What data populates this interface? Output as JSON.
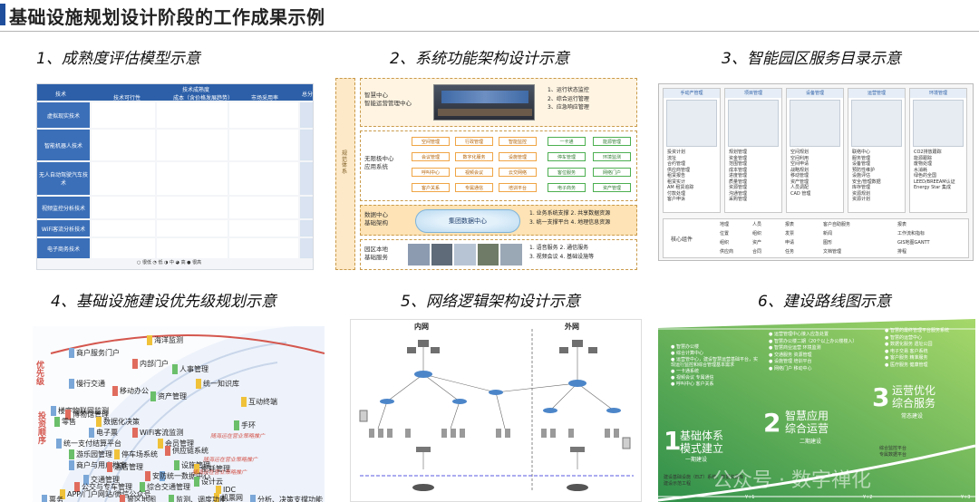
{
  "page": {
    "title": "基础设施规划设计阶段的工作成果示例"
  },
  "captions": [
    "1、成熟度评估模型示意",
    "2、系统功能架构设计示意",
    "3、智能园区服务目录示意",
    "4、基础设施建设优先级规划示意",
    "5、网络逻辑架构设计示意",
    "6、建设路线图示意"
  ],
  "panel1": {
    "header": {
      "tech": "技术",
      "maturity": "技术成熟度",
      "feasibility": "技术可行性",
      "cost": "成本（含价格发展趋势）",
      "market": "市场采用率",
      "score": "总分"
    },
    "rows": [
      "虚拟现实技术",
      "智能机器人技术",
      "无人自动驾驶汽车技术",
      "视频监控分析技术",
      "WiFi客流分析技术",
      "电子商务技术"
    ],
    "legend": "○ 很低  ◔ 低  ◑ 中  ◕ 高  ● 很高"
  },
  "panel2": {
    "side": "规范体系",
    "block1": {
      "label1": "智慧中心",
      "label2": "智能运营管理中心",
      "list": [
        "1、运行状态监控",
        "2、综合运行管理",
        "3、应急响应管理"
      ]
    },
    "block2": {
      "label1": "无限极中心",
      "label2": "应用系统",
      "chips": [
        "空间管理",
        "行政管理",
        "智能监控",
        "一卡通",
        "能源管理",
        "会议管理",
        "数字化服务",
        "设施管理",
        "停车管理",
        "环境监测",
        "呼叫中心",
        "视频会议",
        "云交网络",
        "客位服务",
        "网络门户",
        "客户关系",
        "专属通信",
        "培训平台",
        "电子商务",
        "资产管理"
      ]
    },
    "block3": {
      "label1": "数据中心",
      "label2": "基础架构",
      "cloud": "集团数据中心",
      "list": [
        "1. 业务系统支撑  2. 共享数据资源",
        "3. 统一支撑平台  4. 地理信息资源"
      ]
    },
    "block4": {
      "label1": "园区本地",
      "label2": "基础服务",
      "list": [
        "1. 语音服务  2. 通信服务",
        "3. 视频会议  4. 基础设施等"
      ]
    }
  },
  "panel3": {
    "columns": [
      {
        "title": "手动产管理",
        "items": [
          "投资计划",
          "流址",
          "合约管理",
          "供应商管理",
          "租赁报告",
          "租赁实计",
          "AM 租赁追踪",
          "付款处理",
          "客户申诉"
        ]
      },
      {
        "title": "项目管理",
        "items": [
          "规划管理",
          "资金管理",
          "范围管理",
          "成本管理",
          "进度管理",
          "质量管理",
          "资源管理",
          "沟通管理",
          "采购管理"
        ]
      },
      {
        "title": "设备管理",
        "items": [
          "空间规划",
          "空间利用",
          "空间申请",
          "战略规划",
          "移动管理",
          "资产管理",
          "人员调配",
          "CAD 管理"
        ]
      },
      {
        "title": "运营管理",
        "items": [
          "联络中心",
          "服务管理",
          "设备管理",
          "预防性维护",
          "设施评估",
          "安全/管理数据",
          "库存管理",
          "资源规划",
          "资源计划"
        ]
      },
      {
        "title": "环境管理",
        "items": [
          "CO2排放跟踪",
          "能源跟踪",
          "废物处理",
          "水消耗",
          "绿色的全国",
          "LEED/BREEAM认证",
          "Energy Star 集成"
        ]
      }
    ],
    "bottom": {
      "label": "核心组件",
      "grid": [
        "地理",
        "人员",
        "报表",
        "客户自助服务",
        "报表",
        "位置",
        "组织",
        "发票",
        "新闻",
        "工作流和指标",
        "组织",
        "资产",
        "申请",
        "图形",
        "GIS地图GANTT",
        "供应商",
        "合同",
        "任务",
        "文档管理",
        "排程"
      ]
    }
  },
  "panel4": {
    "axis": "优先级",
    "side": "投资顺序",
    "tags": [
      "海洋监测",
      "商户服务门户",
      "内部门户",
      "人事管理",
      "统一知识库",
      "慢行交通",
      "移动办公",
      "资产管理",
      "互动终端",
      "楼宇物联网监测",
      "博物馆管理",
      "零售",
      "数据化决策",
      "电子票",
      "WiFi客流监测",
      "手环",
      "会员管理",
      "统一支付结算平台",
      "供应链系统",
      "游乐园管理",
      "停车场系统",
      "商户与用户档案",
      "酒店管理",
      "设施管理",
      "能耗管理",
      "统一数据中心",
      "安防",
      "设计云",
      "机票网",
      "交通管理",
      "公交与专车管理",
      "综合交通管理",
      "APP/门户网站/微信公众号",
      "票务",
      "景区地图",
      "监测、调度功能",
      "IDC",
      "分析、决策支撑功能"
    ],
    "notes": [
      "随海运在营业策略推广",
      "随海运在营业策略推广",
      "随海运在营业策略推广"
    ]
  },
  "panel5": {
    "zones": [
      "内网",
      "外网"
    ]
  },
  "panel6": {
    "phases": [
      {
        "num": "1",
        "title1": "基础体系",
        "title2": "模式建立",
        "sub": "一期建设"
      },
      {
        "num": "2",
        "title1": "智慧应用",
        "title2": "综合运营",
        "sub": "二期建设"
      },
      {
        "num": "3",
        "title1": "运营优化",
        "title2": "综合服务",
        "sub": "常态建设"
      }
    ],
    "list1": [
      "智慧办公楼",
      "综合计算中心",
      "运营管中心，建设智慧运营基础平台，实现运行监控和综合管理基本需求",
      "一卡通系统",
      "视频会议  专属通信",
      "呼叫中心  客户关系"
    ],
    "list2": [
      "运营管理中心接入应急处置",
      "智慧办公楼二期（20个以上办公楼楼入）",
      "智慧商业运营  环境监测",
      "交通服务  资源管理",
      "设施管理  培训平台",
      "网络门户  移动中心"
    ],
    "list3": [
      "智慧的最终管理平台服务系统",
      "智慧的运营中心",
      "数据化服务  遗址公园",
      "电子交易  客户系统",
      "客户服务  精准服务",
      "医疗服务  健康管理"
    ],
    "bottom_list": [
      "建设基础设施（ELT）系统、数据资源库",
      "建设示范工程"
    ],
    "bottom_right": [
      "综合监控平台",
      "专属数据平台"
    ],
    "axis": [
      "Y+1",
      "Y+2",
      "Y+3"
    ],
    "watermark": "公众号 · 数字禅化"
  },
  "colors": {
    "brand_blue": "#1f4e9c",
    "orange": "#f0a545",
    "green_gradient": "#3aa357"
  }
}
